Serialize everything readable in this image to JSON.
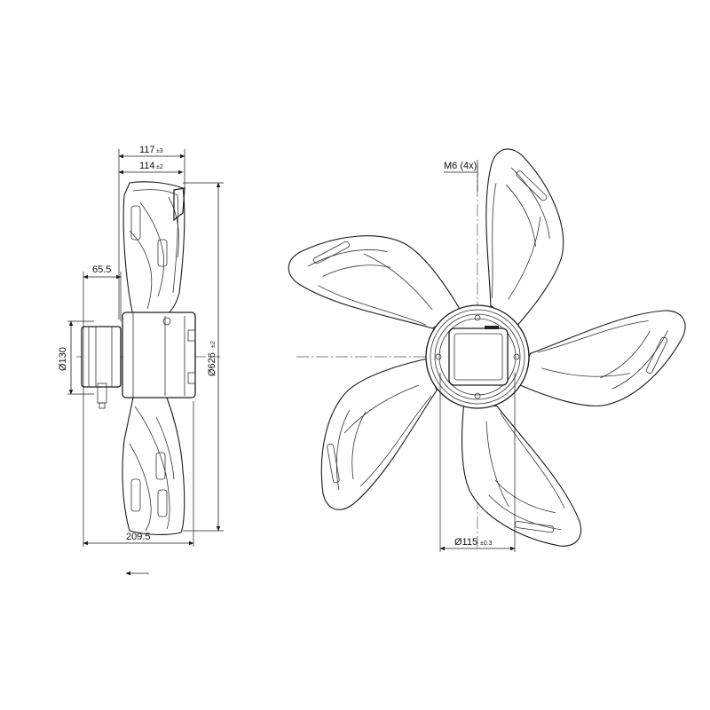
{
  "side_view": {
    "dim_117": {
      "value": "117",
      "tolerance": "±3"
    },
    "dim_114": {
      "value": "114",
      "tolerance": "±2"
    },
    "dim_65_5": {
      "value": "65.5"
    },
    "dim_130": {
      "value": "Ø130"
    },
    "dim_626": {
      "value": "Ø626",
      "tolerance": "±2"
    },
    "dim_209_5": {
      "value": "209.5"
    }
  },
  "front_view": {
    "mounting_label": "M6 (4x)",
    "dim_115": {
      "value": "Ø115",
      "tolerance": "±0.3"
    }
  }
}
